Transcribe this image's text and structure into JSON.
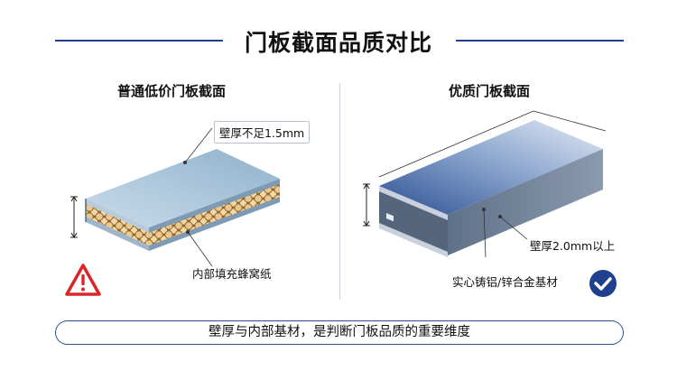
{
  "header": {
    "title": "门板截面品质对比"
  },
  "left_panel": {
    "title": "普通低价门板截面",
    "thickness_label": "壁厚不足1.5mm",
    "core_label": "内部填充蜂窝纸",
    "status_icon": "warning-icon",
    "accent_color": "#d9262b"
  },
  "right_panel": {
    "title": "优质门板截面",
    "thickness_label": "壁厚2.0mm以上",
    "core_label": "实心铸铝/锌合金基材",
    "status_icon": "check-icon",
    "accent_color": "#1f3f8f"
  },
  "footer": {
    "summary": "壁厚与内部基材，是判断门板品质的重要维度"
  }
}
